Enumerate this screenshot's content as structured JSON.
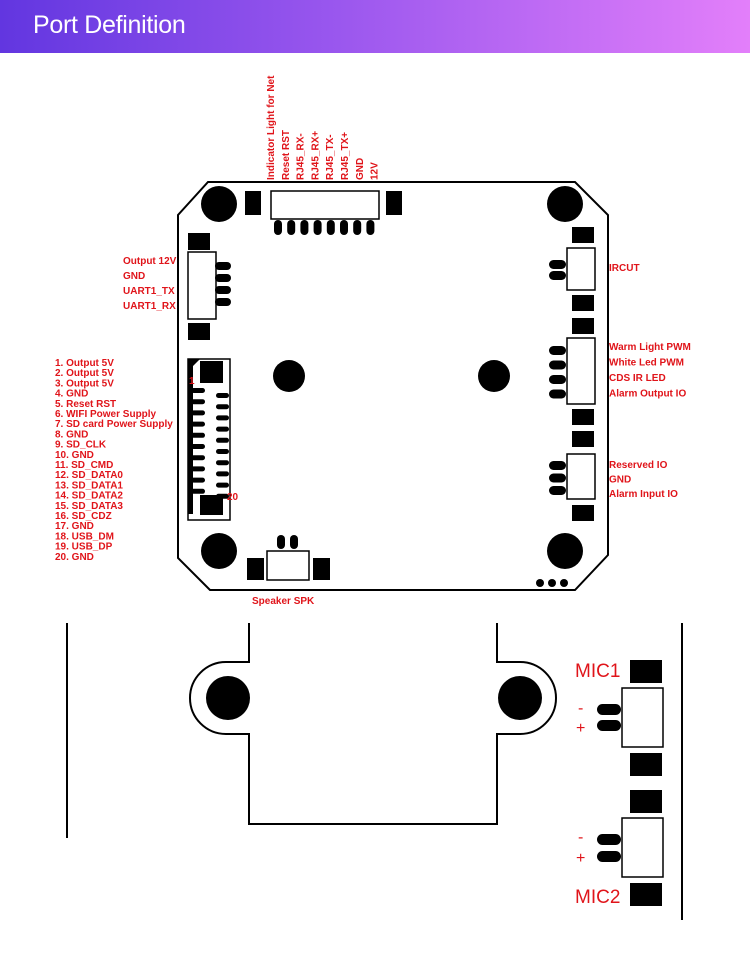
{
  "header": {
    "title": "Port Definition"
  },
  "colors": {
    "label": "#e0141a",
    "header_start": "#6236e0",
    "header_end": "#e37ffa"
  },
  "top_connector": {
    "labels": [
      "Indicator Light for Net",
      "Reset RST",
      "RJ45_RX-",
      "RJ45_RX+",
      "RJ45_TX-",
      "RJ45_TX+",
      "GND",
      "12V"
    ]
  },
  "left_small_connector": {
    "labels": [
      "Output 12V",
      "GND",
      "UART1_TX",
      "UART1_RX"
    ]
  },
  "fpc_connector": {
    "pin_first": "1",
    "pin_last": "20",
    "labels": [
      "1. Output 5V",
      "2. Output 5V",
      "3. Output 5V",
      "4. GND",
      "5. Reset RST",
      "6. WIFI Power Supply",
      "7. SD card Power Supply",
      "8. GND",
      "9. SD_CLK",
      "10. GND",
      "11. SD_CMD",
      "12. SD_DATA0",
      "13. SD_DATA1",
      "14. SD_DATA2",
      "15. SD_DATA3",
      "16. SD_CDZ",
      "17. GND",
      "18. USB_DM",
      "19. USB_DP",
      "20. GND"
    ]
  },
  "right_connectors": {
    "ircut": [
      "IRCUT"
    ],
    "pwm": [
      "Warm Light PWM",
      "White Led PWM",
      "CDS IR LED",
      "Alarm Output IO"
    ],
    "alarm": [
      "Reserved IO",
      "GND",
      "Alarm Input IO"
    ]
  },
  "speaker": {
    "label": "Speaker SPK"
  },
  "mics": [
    {
      "name": "MIC1",
      "minus": "-",
      "plus": "+"
    },
    {
      "name": "MIC2",
      "minus": "-",
      "plus": "+"
    }
  ]
}
